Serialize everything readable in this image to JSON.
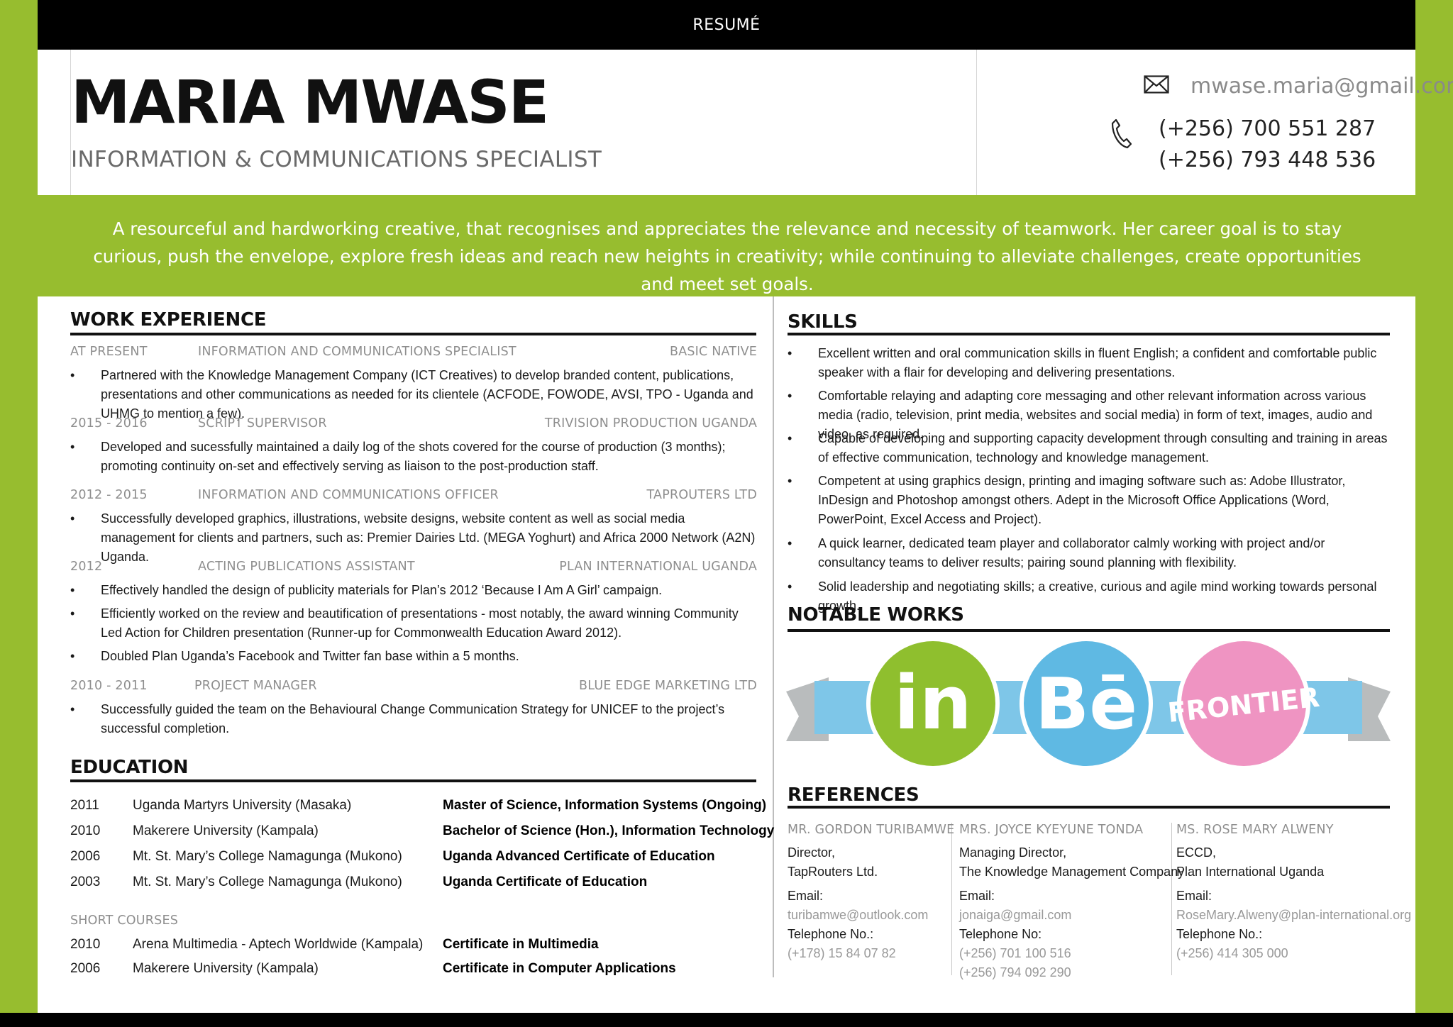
{
  "top_bar": {
    "label": "RESUMÉ"
  },
  "header": {
    "name": "MARIA MWASE",
    "title": "INFORMATION & COMMUNICATIONS SPECIALIST",
    "email": "mwase.maria@gmail.com",
    "phones": [
      "(+256) 700 551 287",
      "(+256) 793 448 536"
    ],
    "icons": [
      "envelope-icon",
      "phone-icon"
    ]
  },
  "summary": "A resourceful and hardworking creative, that recognises and appreciates the relevance and necessity of teamwork. Her career goal is to stay curious, push the envelope, explore fresh ideas and reach new heights in creativity; while continuing to alleviate challenges, create opportunities and meet set goals.",
  "work_experience": {
    "heading": "WORK EXPERIENCE",
    "jobs": [
      {
        "period": "AT PRESENT",
        "role": "INFORMATION AND COMMUNICATIONS SPECIALIST",
        "org": "BASIC NATIVE",
        "bullets": [
          "Partnered with the Knowledge Management Company (ICT Creatives) to develop branded content, publications, presentations and other communications as needed for its clientele (ACFODE, FOWODE, AVSI, TPO - Uganda and UHMG to mention a few)."
        ]
      },
      {
        "period": "2015  - 2016",
        "role": "SCRIPT SUPERVISOR",
        "org": "TRIVISION PRODUCTION UGANDA",
        "bullets": [
          "Developed and sucessfully maintained a daily log of the shots covered for the course of production (3 months); promoting continuity on-set and effectively serving as liaison to the post-production staff."
        ]
      },
      {
        "period": "2012  - 2015",
        "role": "INFORMATION AND COMMUNICATIONS OFFICER",
        "org": "TAPROUTERS LTD",
        "bullets": [
          "Successfully developed graphics, illustrations, website designs, website content as well as social media management for clients and partners, such as: Premier Dairies Ltd. (MEGA Yoghurt) and Africa 2000 Network (A2N) Uganda."
        ]
      },
      {
        "period": "2012",
        "role": "ACTING PUBLICATIONS  ASSISTANT",
        "org": "PLAN INTERNATIONAL UGANDA",
        "bullets": [
          "Effectively handled the design of publicity materials for Plan’s 2012 ‘Because I Am A Girl’ campaign.",
          "Efficiently worked on the review and beautification of presentations - most notably, the award winning Community Led Action for Children presentation (Runner-up for Commonwealth Education Award 2012).",
          "Doubled Plan Uganda’s Facebook and Twitter fan base within a 5 months."
        ]
      },
      {
        "period": "2010 - 2011",
        "role": "PROJECT MANAGER",
        "org": "BLUE EDGE MARKETING LTD",
        "bullets": [
          "Successfully guided the team on the Behavioural Change Communication Strategy for UNICEF to the project’s successful completion."
        ]
      }
    ]
  },
  "education": {
    "heading": "EDUCATION",
    "rows": [
      {
        "year": "2011",
        "school": "Uganda Martyrs University (Masaka)",
        "degree": "Master of Science, Information Systems (Ongoing)"
      },
      {
        "year": "2010",
        "school": "Makerere University (Kampala)",
        "degree": "Bachelor of Science (Hon.), Information Technology"
      },
      {
        "year": "2006",
        "school": "Mt. St. Mary’s College Namagunga (Mukono)",
        "degree": "Uganda Advanced Certificate of Education"
      },
      {
        "year": "2003",
        "school": "Mt. St. Mary’s College Namagunga (Mukono)",
        "degree": "Uganda Certificate of Education"
      }
    ],
    "short_courses_heading": "SHORT COURSES",
    "short_courses": [
      {
        "year": "2010",
        "school": "Arena Multimedia - Aptech Worldwide (Kampala)",
        "degree": "Certificate in Multimedia"
      },
      {
        "year": "2006",
        "school": "Makerere University (Kampala)",
        "degree": "Certificate in Computer Applications"
      }
    ]
  },
  "skills": {
    "heading": "SKILLS",
    "items": [
      "Excellent written and oral communication skills in fluent English;  a confident and comfortable public speaker with a flair for developing and delivering presentations.",
      "Comfortable relaying and adapting core messaging and other relevant information across various media (radio, television, print media, websites and social media) in form of text, images, audio and video, as required.",
      "Capable of developing and supporting capacity development through consulting and training in areas of effective communication, technology and knowledge management.",
      "Competent at using graphics design, printing and imaging software such as: Adobe Illustrator, InDesign and Photoshop amongst others. Adept in the Microsoft Office Applications (Word, PowerPoint, Excel Access and Project).",
      "A quick learner, dedicated team player and collaborator calmly working with project and/or consultancy teams to deliver results; pairing sound planning with flexibility.",
      "Solid leadership and negotiating skills; a creative, curious and agile mind working towards personal growth."
    ]
  },
  "notable_works": {
    "heading": "NOTABLE WORKS",
    "badges": [
      {
        "label": "in",
        "color": "#8fbf2e",
        "icon": "linkedin-icon"
      },
      {
        "label": "Bē",
        "color": "#5fb9e3",
        "icon": "behance-icon"
      },
      {
        "label": "FRONTIER",
        "color": "#ef94c2",
        "icon": "frontier-icon"
      }
    ],
    "ribbon_color": "#7ec6e8"
  },
  "references": {
    "heading": "REFERENCES",
    "people": [
      {
        "name": "MR. GORDON TURIBAMWE",
        "position": "Director,",
        "company": "TapRouters Ltd.",
        "email_label": "Email:",
        "email": "turibamwe@outlook.com",
        "phone_label": "Telephone No.:",
        "phones": [
          "(+178) 15 84 07 82"
        ]
      },
      {
        "name": "MRS. JOYCE KYEYUNE TONDA",
        "position": "Managing Director,",
        "company": "The Knowledge Management Company",
        "email_label": "Email:",
        "email": "jonaiga@gmail.com",
        "phone_label": "Telephone No:",
        "phones": [
          "(+256) 701 100 516",
          "(+256) 794 092 290"
        ]
      },
      {
        "name": "MS. ROSE MARY ALWENY",
        "position": "ECCD,",
        "company": "Plan International Uganda",
        "email_label": "Email:",
        "email": "RoseMary.Alweny@plan-international.org",
        "phone_label": "Telephone No.:",
        "phones": [
          "(+256) 414 305 000"
        ]
      }
    ]
  },
  "colors": {
    "accent_green": "#97bd2f",
    "black": "#000000",
    "grey_text": "#8e8e8e"
  }
}
